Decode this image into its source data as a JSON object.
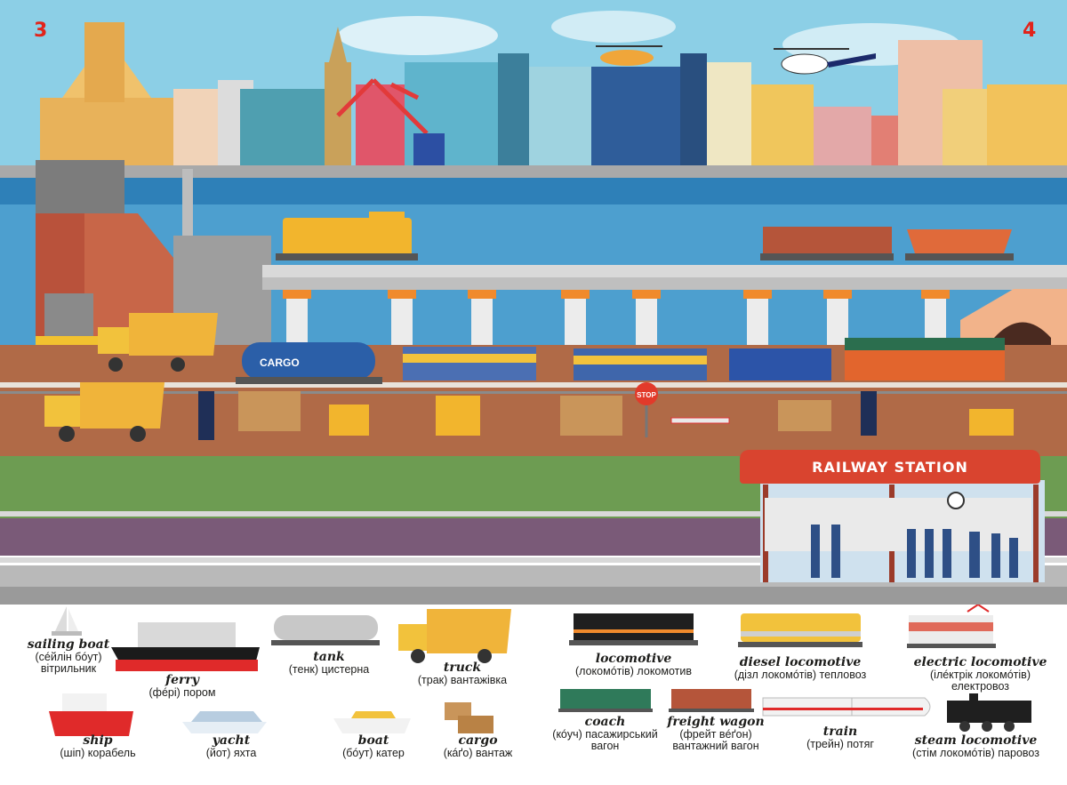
{
  "page_numbers": {
    "left": "3",
    "right": "4"
  },
  "scene": {
    "station_sign": "RAILWAY STATION",
    "tank_label": "CARGO",
    "stop_sign": "STOP"
  },
  "legend": {
    "sailing_boat": {
      "en": "sailing boat",
      "tr": "(сéйлін бóут)",
      "uk": "вітрильник"
    },
    "ferry": {
      "en": "ferry",
      "tr": "(фéрі) пором",
      "uk": ""
    },
    "tank": {
      "en": "tank",
      "tr": "(тенк) цистерна",
      "uk": ""
    },
    "truck": {
      "en": "truck",
      "tr": "(трак) вантажівка",
      "uk": ""
    },
    "ship": {
      "en": "ship",
      "tr": "(шіп) корабель",
      "uk": ""
    },
    "yacht": {
      "en": "yacht",
      "tr": "(йот) яхта",
      "uk": ""
    },
    "boat": {
      "en": "boat",
      "tr": "(бóут) катер",
      "uk": ""
    },
    "cargo": {
      "en": "cargo",
      "tr": "(кáґо) вантаж",
      "uk": ""
    },
    "locomotive": {
      "en": "locomotive",
      "tr": "(локомóтів) локомотив",
      "uk": ""
    },
    "diesel_locomotive": {
      "en": "diesel locomotive",
      "tr": "(дізл локомóтів) тепловоз",
      "uk": ""
    },
    "electric_locomotive": {
      "en": "electric locomotive",
      "tr": "(ілéктрік локомóтів)",
      "uk": "електровоз"
    },
    "coach": {
      "en": "coach",
      "tr": "(кóуч) пасажирський",
      "uk": "вагон"
    },
    "freight_wagon": {
      "en": "freight wagon",
      "tr": "(фрейт вéґон)",
      "uk": "вантажний вагон"
    },
    "train": {
      "en": "train",
      "tr": "(трейн) потяг",
      "uk": ""
    },
    "steam_locomotive": {
      "en": "steam locomotive",
      "tr": "(стім локомóтів) паровоз",
      "uk": ""
    }
  }
}
